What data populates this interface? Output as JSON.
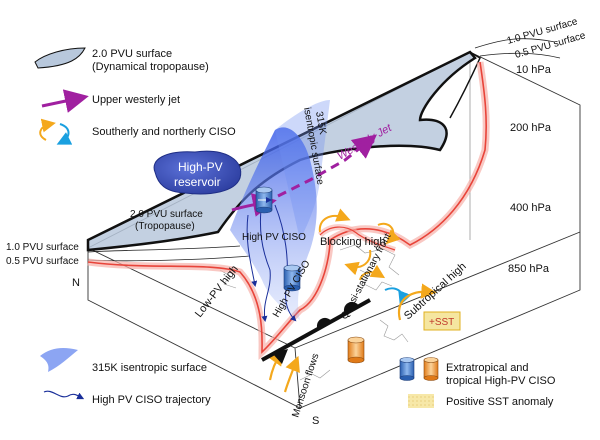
{
  "legend": {
    "pvu_surface": "2.0 PVU surface",
    "pvu_surface_sub": "(Dynamical tropopause)",
    "jet": "Upper westerly jet",
    "ciso": "Southerly and northerly CISO",
    "isentropic": "315K isentropic surface",
    "trajectory": "High PV CISO trajectory",
    "cylinders_line1": "Extratropical and",
    "cylinders_line2": "tropical High-PV CISO",
    "sst": "Positive SST anomaly"
  },
  "pressure_levels": [
    "10 hPa",
    "200 hPa",
    "400 hPa",
    "850 hPa"
  ],
  "surfaces": {
    "top_right_1": "1.0 PVU surface",
    "top_right_2": "0.5 PVU surface",
    "left_1": "1.0 PVU surface",
    "left_2": "0.5 PVU surface",
    "tropopause_line1": "2.0 PVU surface",
    "tropopause_line2": "(Tropopause)"
  },
  "labels": {
    "reservoir_line1": "High-PV",
    "reservoir_line2": "reservoir",
    "westerly_jet": "Westerly Jet",
    "isentropic_315": "315K",
    "isentropic_surface": "isentropic surface",
    "high_pv_ciso_upper": "High PV CISO",
    "high_pv_ciso_lower": "High PV CISO",
    "blocking_high": "Blocking high",
    "low_pv_high": "Low-PV high",
    "quasi_front": "Quasi-stationary front",
    "subtropical_high": "Subtropical high",
    "sst_box": "+SST",
    "monsoon": "Monsoon flows",
    "north": "N",
    "south": "S"
  },
  "colors": {
    "jet": "#a020a0",
    "pvu_fill": "#b8c8dc",
    "isentropic": "#6f8ff0",
    "reservoir": "#3a4fb8",
    "red_surface": "#e8443a",
    "ciso_orange": "#f4a81c",
    "ciso_blue": "#1aa0e0",
    "sst_fill": "#f5e6a0"
  }
}
